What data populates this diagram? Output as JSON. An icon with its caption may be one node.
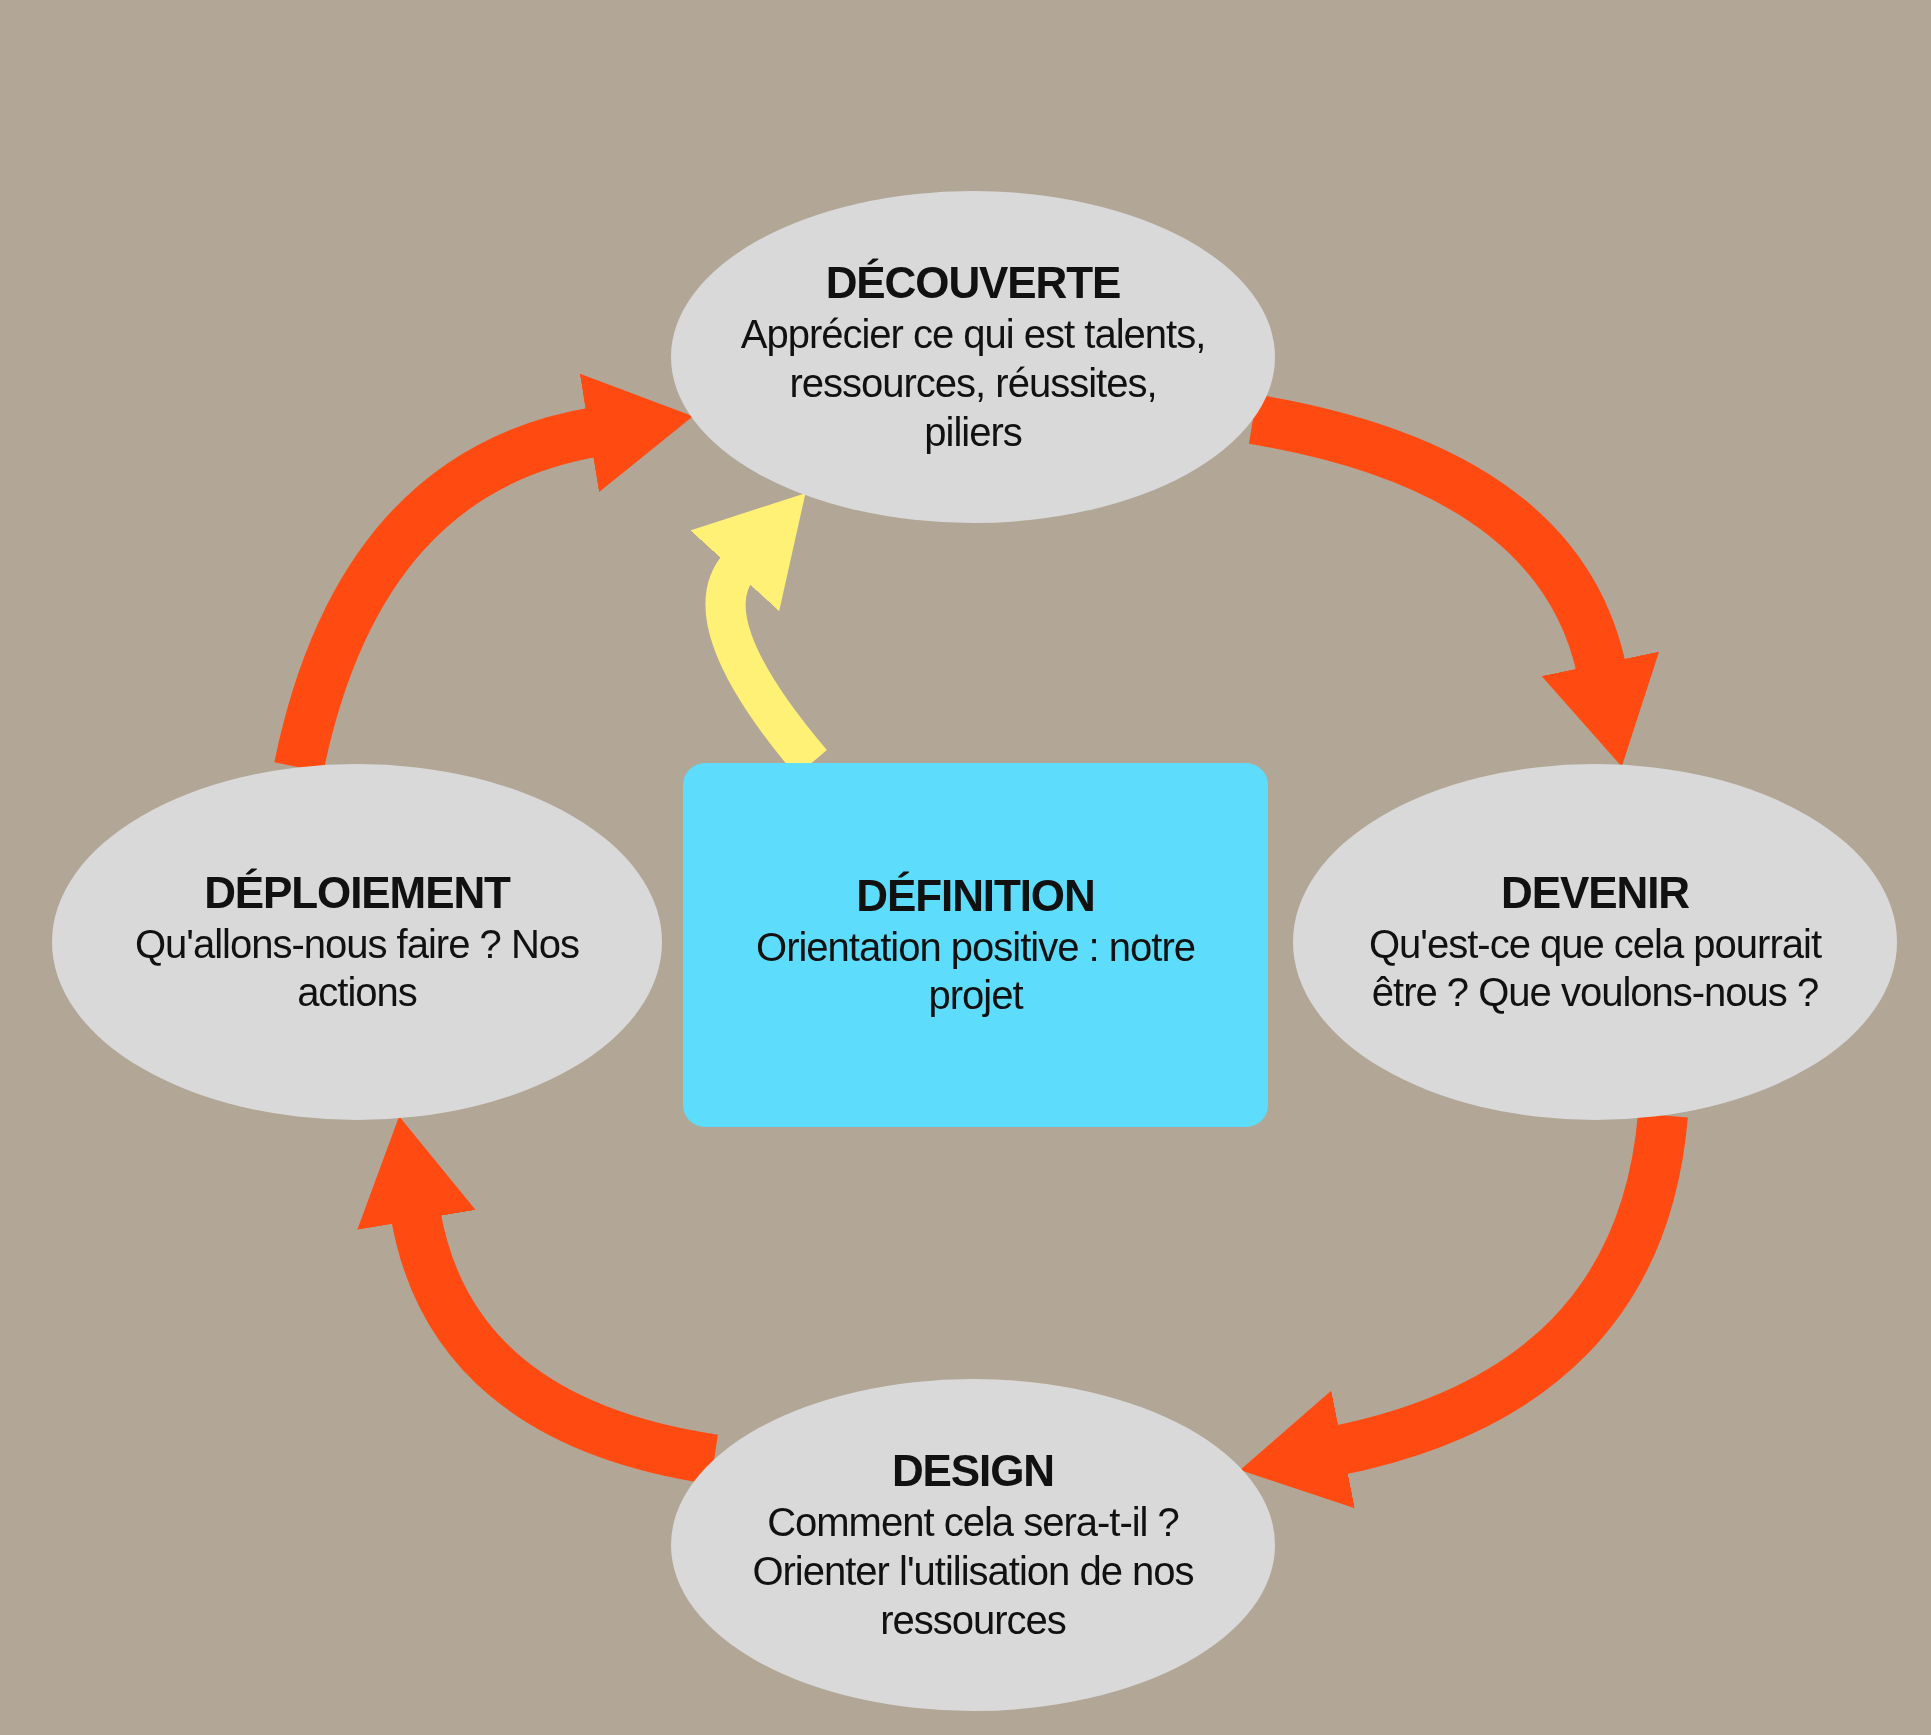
{
  "diagram": {
    "nodes": [
      {
        "text": [
          "DÉCOUVERTE",
          "Apprécier ce qui est talents, ressources, réussites, piliers"
        ]
      },
      {
        "text": [
          "DÉPLOIEMENT",
          "Qu'allons-nous faire ? Nos actions"
        ]
      },
      {
        "text": [
          "DÉFINITION",
          "Orientation positive : notre projet"
        ]
      },
      {
        "text": [
          "DEVENIR",
          "Qu'est-ce que cela pourrait être ? Que voulons-nous ?"
        ]
      },
      {
        "text": [
          "DESIGN",
          "Comment cela sera-t-il ? Orienter l'utilisation de nos ressources"
        ]
      }
    ],
    "edges": [
      {
        "from": 0,
        "to": 3,
        "arrow": "to"
      },
      {
        "from": 3,
        "to": 4,
        "arrow": "to"
      },
      {
        "from": 4,
        "to": 1,
        "arrow": "to"
      },
      {
        "from": 1,
        "to": 0,
        "arrow": "to"
      },
      {
        "from": 2,
        "to": 0,
        "arrow": "to",
        "color": "#fff176"
      }
    ]
  }
}
